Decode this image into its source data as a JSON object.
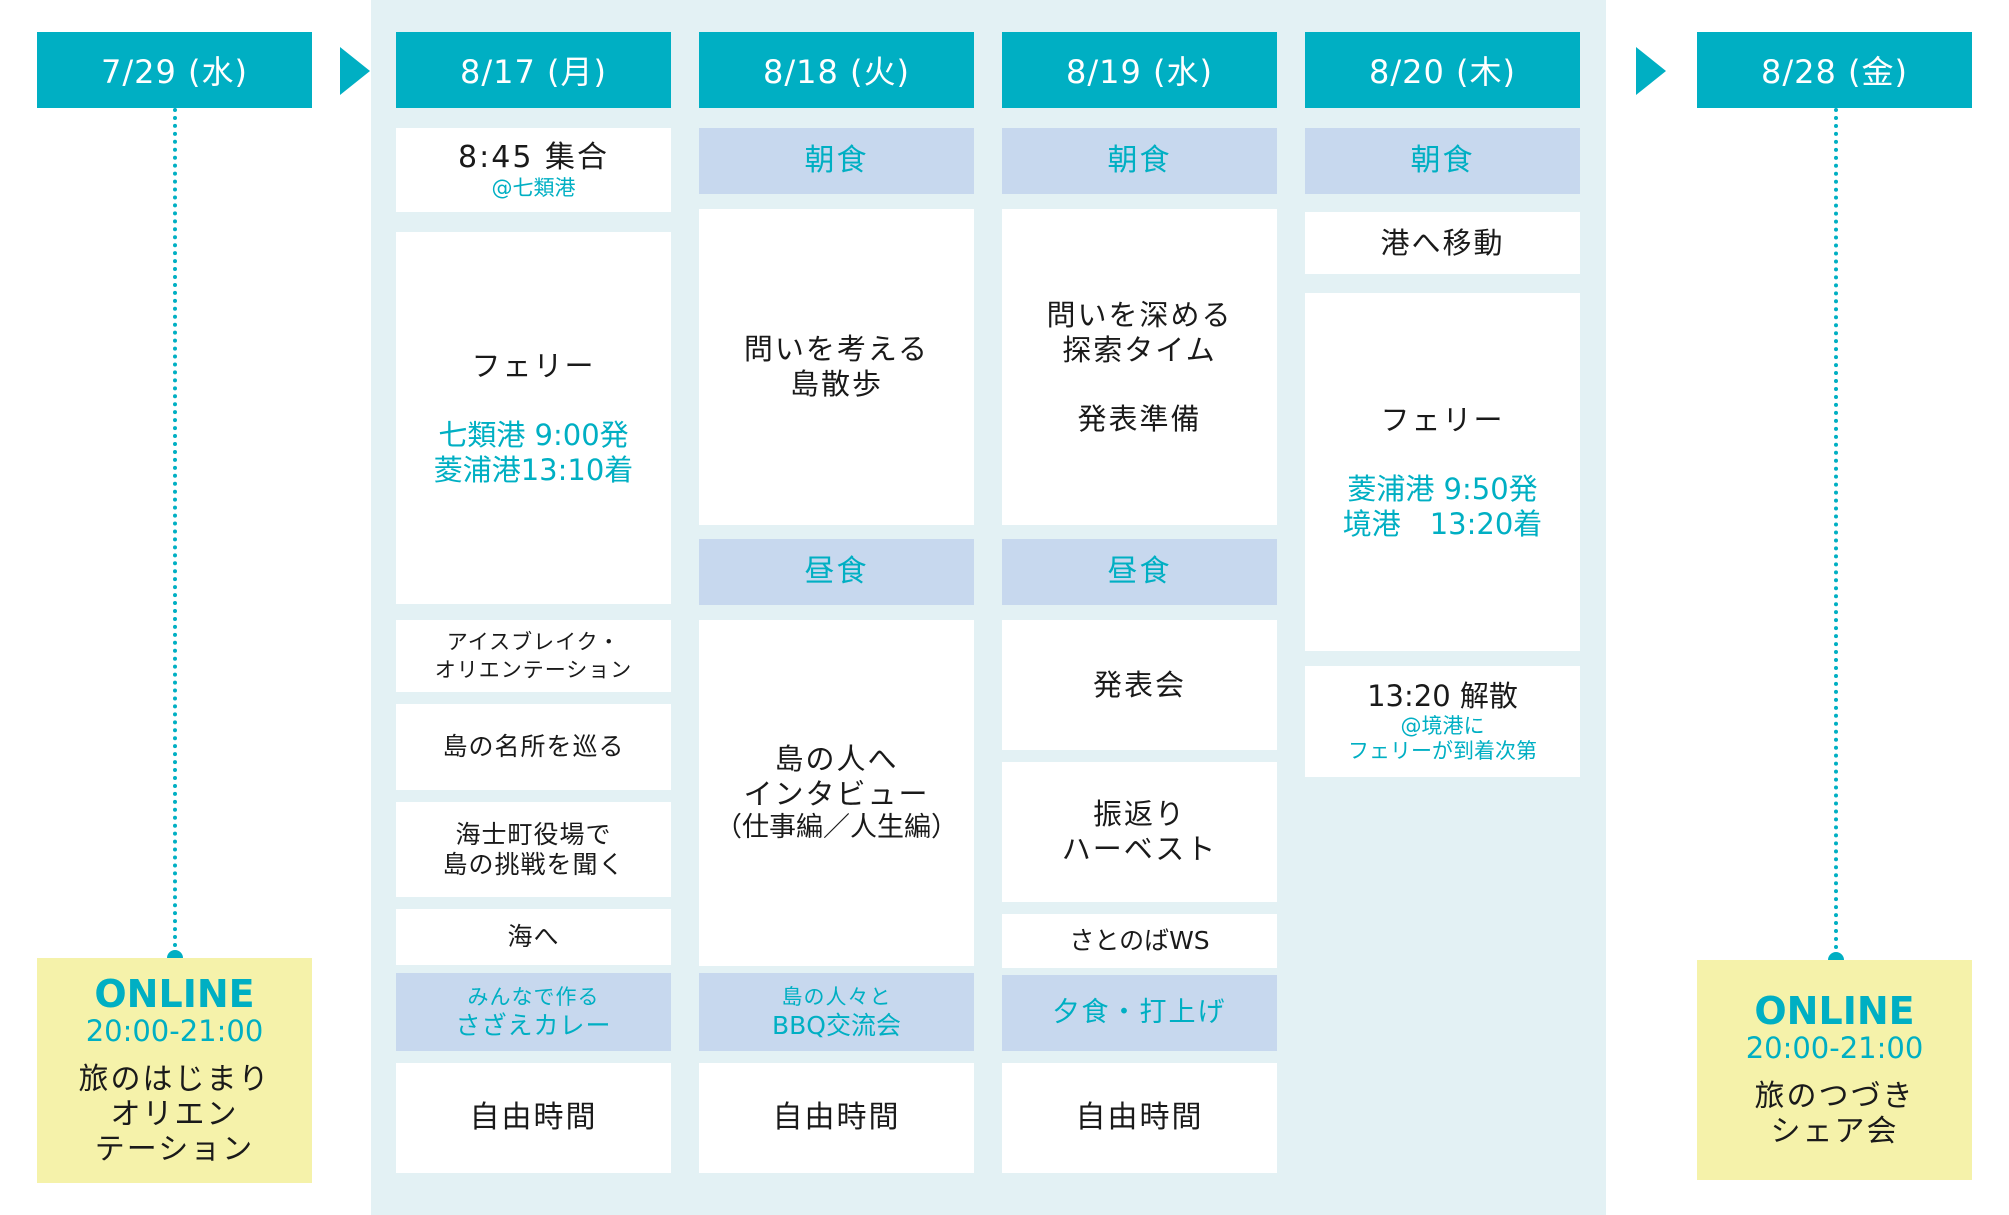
{
  "start": {
    "date": "7/29 (水)",
    "online_label": "ONLINE",
    "online_time": "20:00-21:00",
    "online_title_line1": "旅のはじまり",
    "online_title_line2": "オリエン",
    "online_title_line3": "テーション"
  },
  "end": {
    "date": "8/28 (金)",
    "online_label": "ONLINE",
    "online_time": "20:00-21:00",
    "online_title_line1": "旅のつづき",
    "online_title_line2": "シェア会"
  },
  "day1": {
    "date": "8/17 (月)",
    "meetup": "8:45 集合",
    "meetup_place": "@七類港",
    "ferry": "フェリー",
    "ferry_dep": "七類港 9:00発",
    "ferry_arr": "菱浦港13:10着",
    "icebreak_line1": "アイスブレイク・",
    "icebreak_line2": "オリエンテーション",
    "tour": "島の名所を巡る",
    "townhall_line1": "海士町役場で",
    "townhall_line2": "島の挑戦を聞く",
    "sea": "海へ",
    "dinner_line1": "みんなで作る",
    "dinner_line2": "さざえカレー",
    "free": "自由時間"
  },
  "day2": {
    "date": "8/18 (火)",
    "breakfast": "朝食",
    "walk_line1": "問いを考える",
    "walk_line2": "島散歩",
    "lunch": "昼食",
    "interview_line1": "島の人へ",
    "interview_line2": "インタビュー",
    "interview_line3": "（仕事編／人生編）",
    "bbq_line1": "島の人々と",
    "bbq_line2": "BBQ交流会",
    "free": "自由時間"
  },
  "day3": {
    "date": "8/19 (水)",
    "breakfast": "朝食",
    "explore_line1": "問いを深める",
    "explore_line2": "探索タイム",
    "prep": "発表準備",
    "lunch": "昼食",
    "presentation": "発表会",
    "review_line1": "振返り",
    "review_line2": "ハーベスト",
    "ws": "さとのばWS",
    "dinner": "夕食・打上げ",
    "free": "自由時間"
  },
  "day4": {
    "date": "8/20 (木)",
    "breakfast": "朝食",
    "move": "港へ移動",
    "ferry": "フェリー",
    "ferry_dep": "菱浦港 9:50発",
    "ferry_arr": "境港　13:20着",
    "dismiss": "13:20 解散",
    "dismiss_note1": "@境港に",
    "dismiss_note2": "フェリーが到着次第"
  },
  "colors": {
    "accent": "#00afc3",
    "panel_bg": "#e3f1f4",
    "meal_bg": "#c7d8ee",
    "online_bg": "#f5f2aa"
  }
}
